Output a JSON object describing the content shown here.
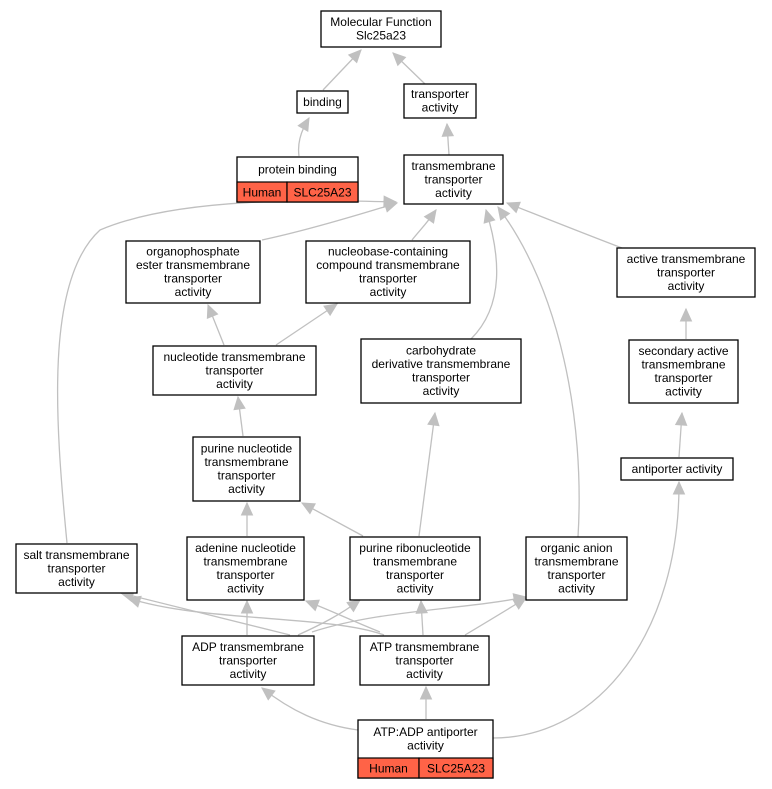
{
  "graph": {
    "nodes": [
      {
        "id": "mf",
        "lines": [
          "Molecular Function",
          "Slc25a23"
        ]
      },
      {
        "id": "binding",
        "lines": [
          "binding"
        ]
      },
      {
        "id": "transporter",
        "lines": [
          "transporter",
          "activity"
        ]
      },
      {
        "id": "protein_binding",
        "lines": [
          "protein binding"
        ],
        "annotation": {
          "species": "Human",
          "gene": "SLC25A23"
        }
      },
      {
        "id": "tm_transporter",
        "lines": [
          "transmembrane",
          "transporter",
          "activity"
        ]
      },
      {
        "id": "organophosphate",
        "lines": [
          "organophosphate",
          "ester transmembrane",
          "transporter",
          "activity"
        ]
      },
      {
        "id": "nucleobase",
        "lines": [
          "nucleobase-containing",
          "compound transmembrane",
          "transporter",
          "activity"
        ]
      },
      {
        "id": "active_tm",
        "lines": [
          "active transmembrane",
          "transporter",
          "activity"
        ]
      },
      {
        "id": "nucleotide_tm",
        "lines": [
          "nucleotide transmembrane",
          "transporter",
          "activity"
        ]
      },
      {
        "id": "carbohydrate",
        "lines": [
          "carbohydrate",
          "derivative transmembrane",
          "transporter",
          "activity"
        ]
      },
      {
        "id": "secondary_active",
        "lines": [
          "secondary active",
          "transmembrane",
          "transporter",
          "activity"
        ]
      },
      {
        "id": "purine_nucleotide",
        "lines": [
          "purine nucleotide",
          "transmembrane",
          "transporter",
          "activity"
        ]
      },
      {
        "id": "antiporter",
        "lines": [
          "antiporter activity"
        ]
      },
      {
        "id": "salt_tm",
        "lines": [
          "salt transmembrane",
          "transporter",
          "activity"
        ]
      },
      {
        "id": "adenine_nucleotide",
        "lines": [
          "adenine nucleotide",
          "transmembrane",
          "transporter",
          "activity"
        ]
      },
      {
        "id": "purine_ribonucleotide",
        "lines": [
          "purine ribonucleotide",
          "transmembrane",
          "transporter",
          "activity"
        ]
      },
      {
        "id": "organic_anion",
        "lines": [
          "organic anion",
          "transmembrane",
          "transporter",
          "activity"
        ]
      },
      {
        "id": "adp_tm",
        "lines": [
          "ADP transmembrane",
          "transporter",
          "activity"
        ]
      },
      {
        "id": "atp_tm",
        "lines": [
          "ATP transmembrane",
          "transporter",
          "activity"
        ]
      },
      {
        "id": "atp_adp_antiporter",
        "lines": [
          "ATP:ADP antiporter",
          "activity"
        ],
        "annotation": {
          "species": "Human",
          "gene": "SLC25A23"
        }
      }
    ],
    "edges": [
      {
        "from": "binding",
        "to": "mf"
      },
      {
        "from": "transporter",
        "to": "mf"
      },
      {
        "from": "protein_binding",
        "to": "binding"
      },
      {
        "from": "tm_transporter",
        "to": "transporter"
      },
      {
        "from": "organophosphate",
        "to": "tm_transporter"
      },
      {
        "from": "nucleobase",
        "to": "tm_transporter"
      },
      {
        "from": "active_tm",
        "to": "tm_transporter"
      },
      {
        "from": "carbohydrate",
        "to": "tm_transporter"
      },
      {
        "from": "salt_tm",
        "to": "tm_transporter"
      },
      {
        "from": "organic_anion",
        "to": "tm_transporter"
      },
      {
        "from": "nucleotide_tm",
        "to": "organophosphate"
      },
      {
        "from": "nucleotide_tm",
        "to": "nucleobase"
      },
      {
        "from": "secondary_active",
        "to": "active_tm"
      },
      {
        "from": "purine_nucleotide",
        "to": "nucleotide_tm"
      },
      {
        "from": "antiporter",
        "to": "secondary_active"
      },
      {
        "from": "adenine_nucleotide",
        "to": "purine_nucleotide"
      },
      {
        "from": "purine_ribonucleotide",
        "to": "purine_nucleotide"
      },
      {
        "from": "purine_ribonucleotide",
        "to": "carbohydrate"
      },
      {
        "from": "adp_tm",
        "to": "salt_tm"
      },
      {
        "from": "adp_tm",
        "to": "adenine_nucleotide"
      },
      {
        "from": "adp_tm",
        "to": "purine_ribonucleotide"
      },
      {
        "from": "adp_tm",
        "to": "organic_anion"
      },
      {
        "from": "atp_tm",
        "to": "salt_tm"
      },
      {
        "from": "atp_tm",
        "to": "adenine_nucleotide"
      },
      {
        "from": "atp_tm",
        "to": "purine_ribonucleotide"
      },
      {
        "from": "atp_tm",
        "to": "organic_anion"
      },
      {
        "from": "atp_adp_antiporter",
        "to": "adp_tm"
      },
      {
        "from": "atp_adp_antiporter",
        "to": "atp_tm"
      },
      {
        "from": "atp_adp_antiporter",
        "to": "antiporter"
      }
    ]
  },
  "colors": {
    "edge": "#c0c0c0",
    "node_border": "#000000",
    "annotation_fill": "#ff6347"
  }
}
